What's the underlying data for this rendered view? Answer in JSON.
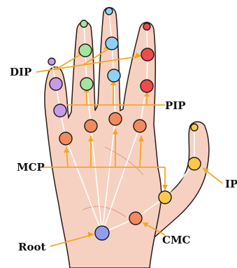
{
  "labels": {
    "dip": "DIP",
    "pip": "PIP",
    "mcp": "MCP",
    "ip": "IP",
    "cmc": "CMC",
    "root": "Root"
  },
  "colors": {
    "skin": "#f6d1c2",
    "skin_outline": "#2b1a14",
    "line": "#f5a623",
    "thumb": "#fbc84a",
    "index": "#c79be8",
    "middle": "#a5e49b",
    "ring": "#8fd0f5",
    "pinky": "#ef4b4b",
    "mcp_cmc": "#f28a5e",
    "root": "#8f9ef0"
  }
}
